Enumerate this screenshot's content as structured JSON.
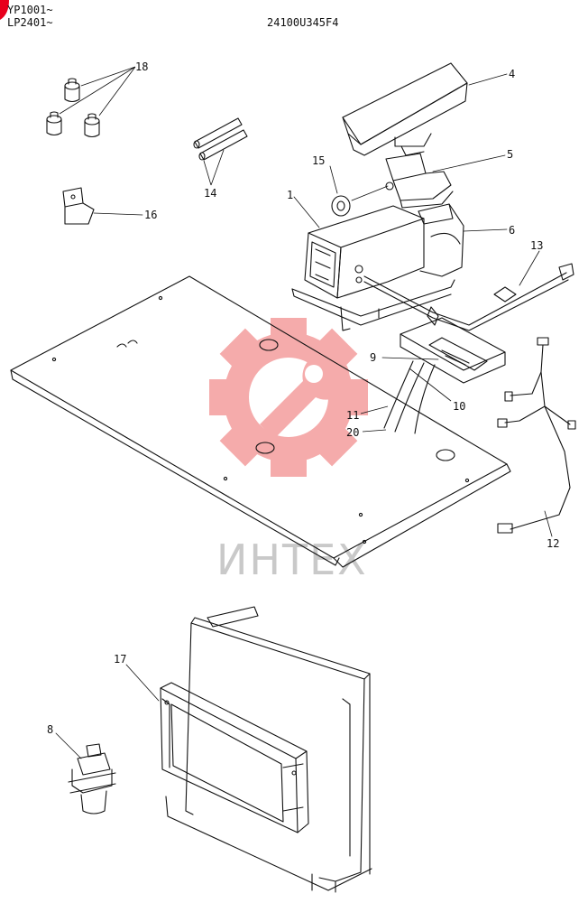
{
  "header": {
    "serial_line_1": "YP1001~",
    "serial_line_2": "LP2401~",
    "drawing_number": "24100U345F4"
  },
  "watermark": {
    "text": "ИНТЕХ",
    "gear_color": "#f4a3a3",
    "text_color": "#c9c9c9"
  },
  "accent_color": "#e8001c",
  "callouts": {
    "c1": "1",
    "c4": "4",
    "c5": "5",
    "c6": "6",
    "c8": "8",
    "c9": "9",
    "c10": "10",
    "c11": "11",
    "c12": "12",
    "c13": "13",
    "c14": "14",
    "c15": "15",
    "c16": "16",
    "c17": "17",
    "c18": "18",
    "c20": "20"
  }
}
